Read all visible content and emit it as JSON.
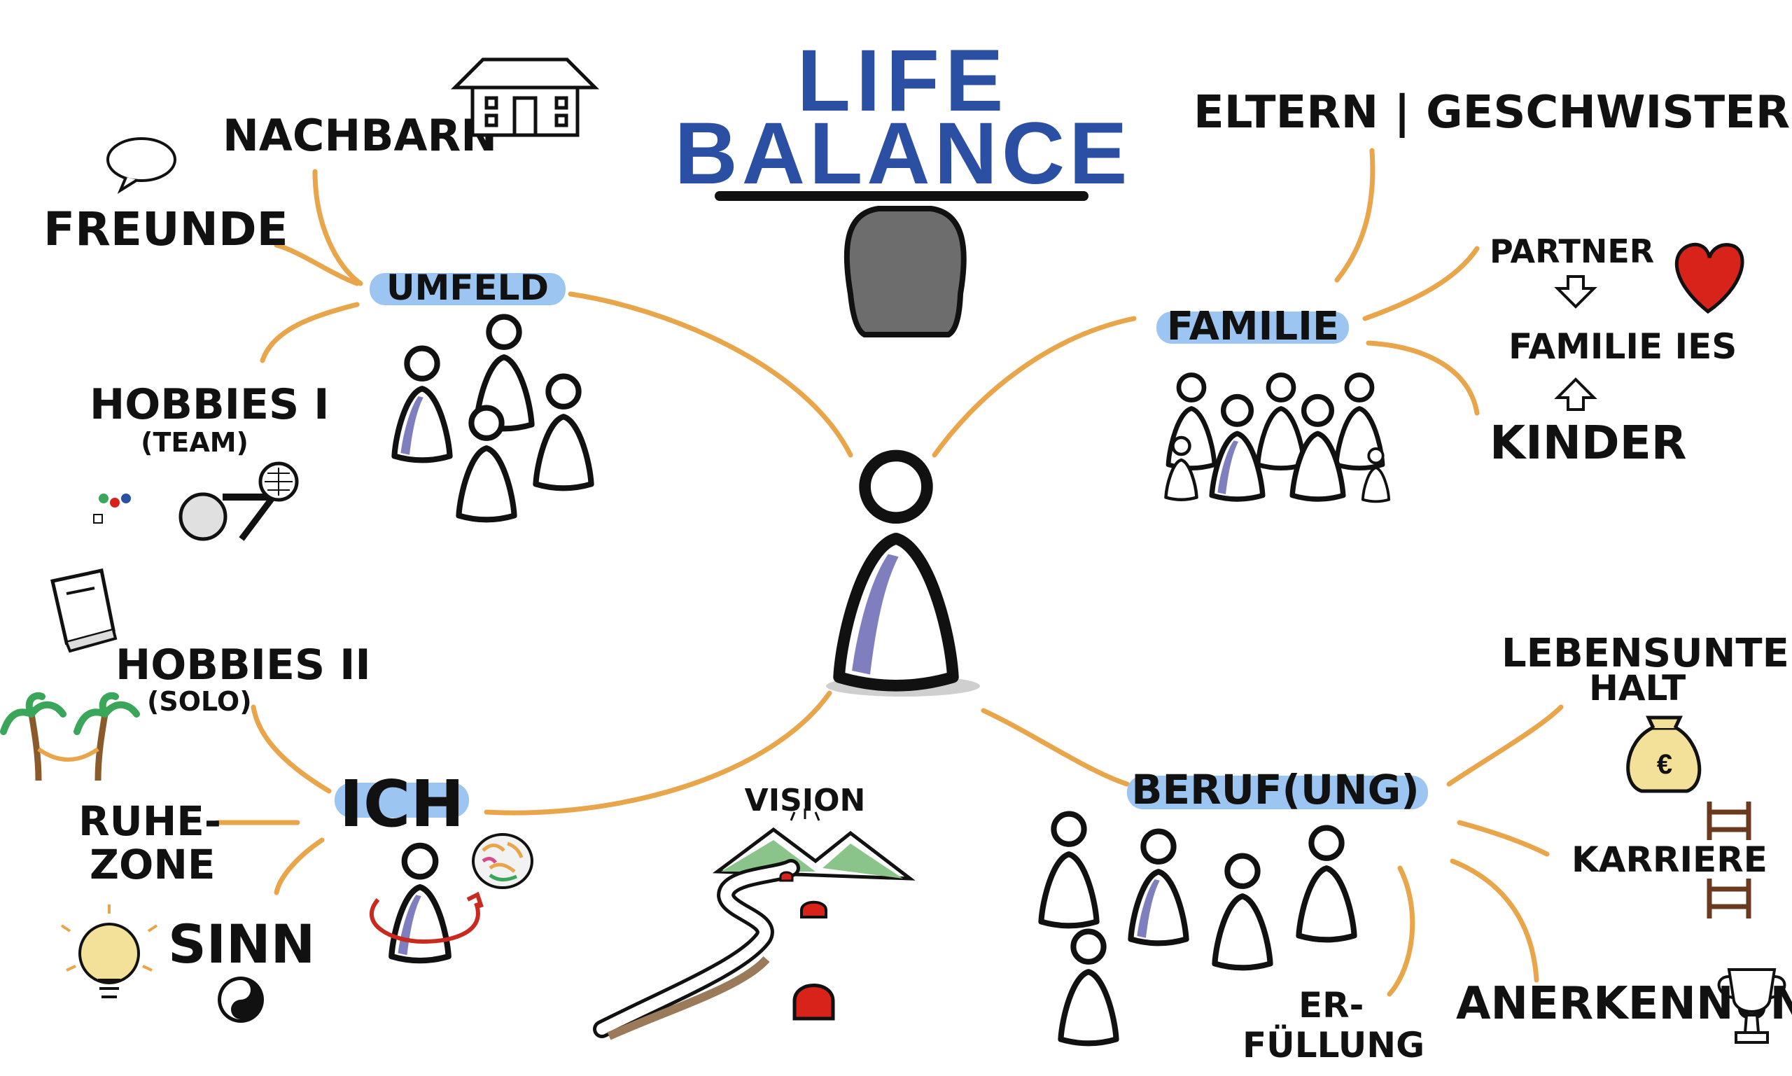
{
  "title": {
    "line1": "LIFE",
    "line2": "BALANCE"
  },
  "colors": {
    "connector": "#e8a54a",
    "highlight": "#9cc5f2",
    "person_stroke": "#111111",
    "person_fill": "#ffffff",
    "person_accent": "#7f7fbf",
    "title": "#2b4fa3",
    "heart": "#d8231b"
  },
  "branches": {
    "umfeld": {
      "label": "UMFELD",
      "items": {
        "nachbarn": "NACHBARN",
        "freunde": "FREUNDE",
        "hobbies": "HOBBIES I",
        "hobbies_sub": "(TEAM)"
      }
    },
    "familie": {
      "label": "FAMILIE",
      "items": {
        "eltern": "ELTERN | GESCHWISTER",
        "partner": "PARTNER",
        "familie_ies": "FAMILIE IES",
        "kinder": "KINDER"
      }
    },
    "ich": {
      "label": "ICH",
      "items": {
        "hobbies": "HOBBIES II",
        "hobbies_sub": "(SOLO)",
        "ruhezone_1": "RUHE-",
        "ruhezone_2": "ZONE",
        "sinn": "SINN"
      }
    },
    "beruf": {
      "label": "BERUF(UNG)",
      "items": {
        "lebensunterhalt_1": "LEBENSUNTER-",
        "lebensunterhalt_2": "HALT",
        "karriere": "KARRIERE",
        "anerkennung": "ANERKENNUNG",
        "erfuellung_1": "ER-",
        "erfuellung_2": "FÜLLUNG"
      }
    },
    "vision": {
      "label": "VISION"
    }
  },
  "icons": {
    "house": "house-icon",
    "speech": "speech-bubble-icon",
    "heart": "heart-icon",
    "book": "book-icon",
    "palms": "palm-hammock-icon",
    "bulb": "lightbulb-icon",
    "yinyang": "yin-yang-icon",
    "brain": "brain-icon",
    "money": "money-bag-icon",
    "ladder": "ladder-icon",
    "trophy": "trophy-icon",
    "mountain": "mountain-road-icon",
    "scale": "balance-scale-icon",
    "games": "board-game-icon",
    "sport": "sport-equipment-icon"
  }
}
